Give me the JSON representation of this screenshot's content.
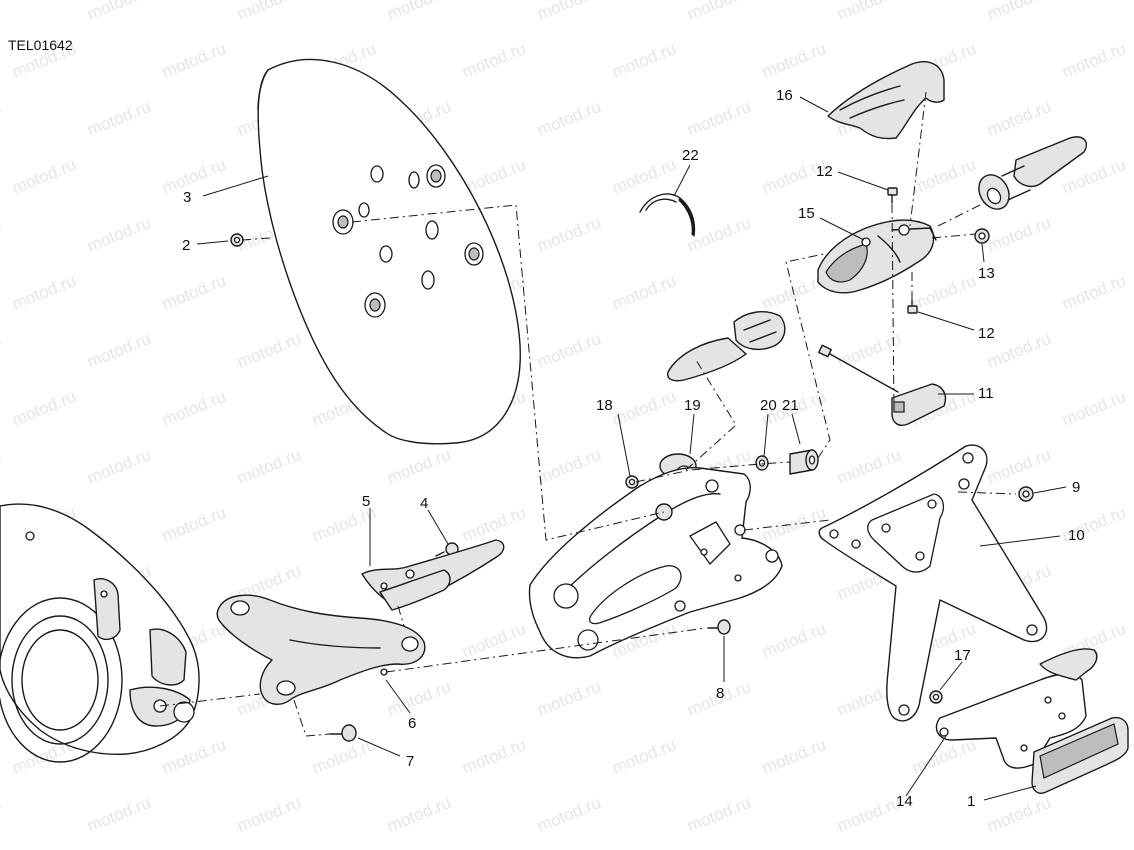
{
  "drawing_code": "TEL01642",
  "watermark": "motod.ru",
  "callouts": {
    "c1": "1",
    "c2": "2",
    "c3": "3",
    "c4": "4",
    "c5": "5",
    "c6": "6",
    "c7": "7",
    "c8": "8",
    "c9": "9",
    "c10": "10",
    "c11": "11",
    "c12a": "12",
    "c12b": "12",
    "c13": "13",
    "c14": "14",
    "c15": "15",
    "c16": "16",
    "c17": "17",
    "c18": "18",
    "c19": "19",
    "c20": "20",
    "c21": "21",
    "c22": "22"
  },
  "colors": {
    "line": "#1a1a1a",
    "part_fill": "#e4e4e4",
    "watermark": "#cfcfcf"
  }
}
